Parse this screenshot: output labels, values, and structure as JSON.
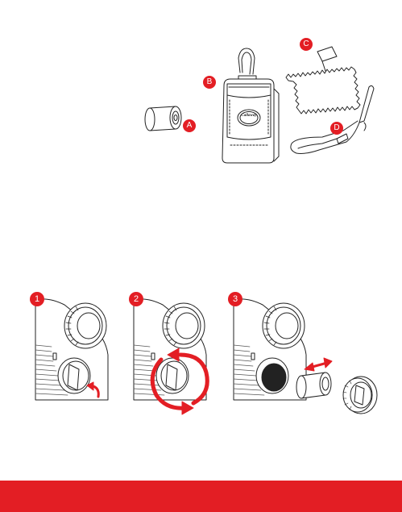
{
  "colors": {
    "accent": "#e31e24",
    "outline": "#222222",
    "background": "#ffffff"
  },
  "contents": {
    "battery": {
      "label": "A"
    },
    "carry_case": {
      "label": "B",
      "logo_text": "Callaway"
    },
    "cleaning_cloth": {
      "label": "C"
    },
    "wrist_strap": {
      "label": "D"
    }
  },
  "steps": [
    {
      "number": "1"
    },
    {
      "number": "2"
    },
    {
      "number": "3"
    }
  ]
}
